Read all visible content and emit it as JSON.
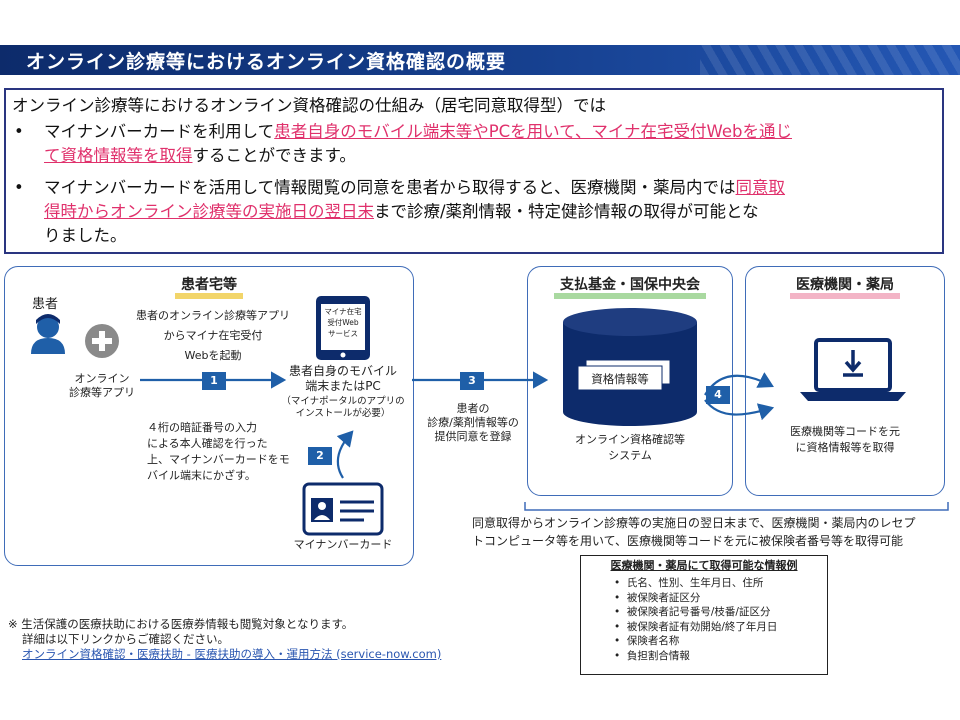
{
  "header": {
    "title": "オンライン診療等におけるオンライン資格確認の概要"
  },
  "summary": {
    "heading": "オンライン診療等におけるオンライン資格確認の仕組み（居宅同意取得型）では",
    "bullet1": {
      "marker": "•",
      "line1_a": "マイナンバーカードを利用して",
      "line1_b": "患者自身のモバイル端末等やPCを用いて、マイナ在宅受付Webを通じ",
      "line2_a": "て資格情報等を取得",
      "line2_b": "することができます。"
    },
    "bullet2": {
      "marker": "•",
      "line1_a": "マイナンバーカードを活用して情報閲覧の同意を患者から取得すると、医療機関・薬局内では",
      "line1_b": "同意取",
      "line2_a": "得時からオンライン診療等の実施日の翌日末",
      "line2_b": "まで診療/薬剤情報・特定健診情報の取得が可能とな",
      "line3": "りました。"
    }
  },
  "diagram": {
    "home_title": "患者宅等",
    "patient_label": "患者",
    "app_label": [
      "オンライン",
      "診療等アプリ"
    ],
    "launch_text": [
      "患者のオンライン診療等アプリ",
      "からマイナ在宅受付",
      "Webを起動"
    ],
    "phone_screen": [
      "マイナ在宅",
      "受付Web",
      "サービス"
    ],
    "device_label": [
      "患者自身のモバイル",
      "端末またはPC"
    ],
    "device_note": [
      "（マイナポータルのアプリの",
      "インストールが必要）"
    ],
    "pin_text": [
      "４桁の暗証番号の入力",
      "による本人確認を行った",
      "上、マイナンバーカードをモ",
      "バイル端末にかざす。"
    ],
    "card_label": "マイナンバーカード",
    "consent_text": [
      "患者の",
      "診療/薬剤情報等の",
      "提供同意を登録"
    ],
    "fund_title": "支払基金・国保中央会",
    "db_label": "資格情報等",
    "system_label": [
      "オンライン資格確認等",
      "システム"
    ],
    "clinic_title": "医療機関・薬局",
    "clinic_text": [
      "医療機関等コードを元",
      "に資格情報等を取得"
    ],
    "steps": [
      "1",
      "2",
      "3",
      "4"
    ],
    "bottom_note": [
      "同意取得からオンライン診療等の実施日の翌日末まで、医療機関・薬局内のレセプ",
      "トコンピュータ等を用いて、医療機関等コードを元に被保険者番号等を取得可能"
    ]
  },
  "info_box": {
    "title": "医療機関・薬局にて取得可能な情報例",
    "items": [
      "氏名、性別、生年月日、住所",
      "被保険者証区分",
      "被保険者記号番号/枝番/証区分",
      "被保険者証有効開始/終了年月日",
      "保険者名称",
      "負担割合情報"
    ]
  },
  "footnote": {
    "line1": "※ 生活保護の医療扶助における医療券情報も閲覧対象となります。",
    "line2": "詳細は以下リンクからご確認ください。",
    "link": "オンライン資格確認・医療扶助 - 医療扶助の導入・運用方法 (service-now.com)"
  },
  "colors": {
    "title_bar": "#16408f",
    "accent_blue": "#1f5fa8",
    "highlight": "#e0316c",
    "panel_border": "#3f6cb8"
  }
}
